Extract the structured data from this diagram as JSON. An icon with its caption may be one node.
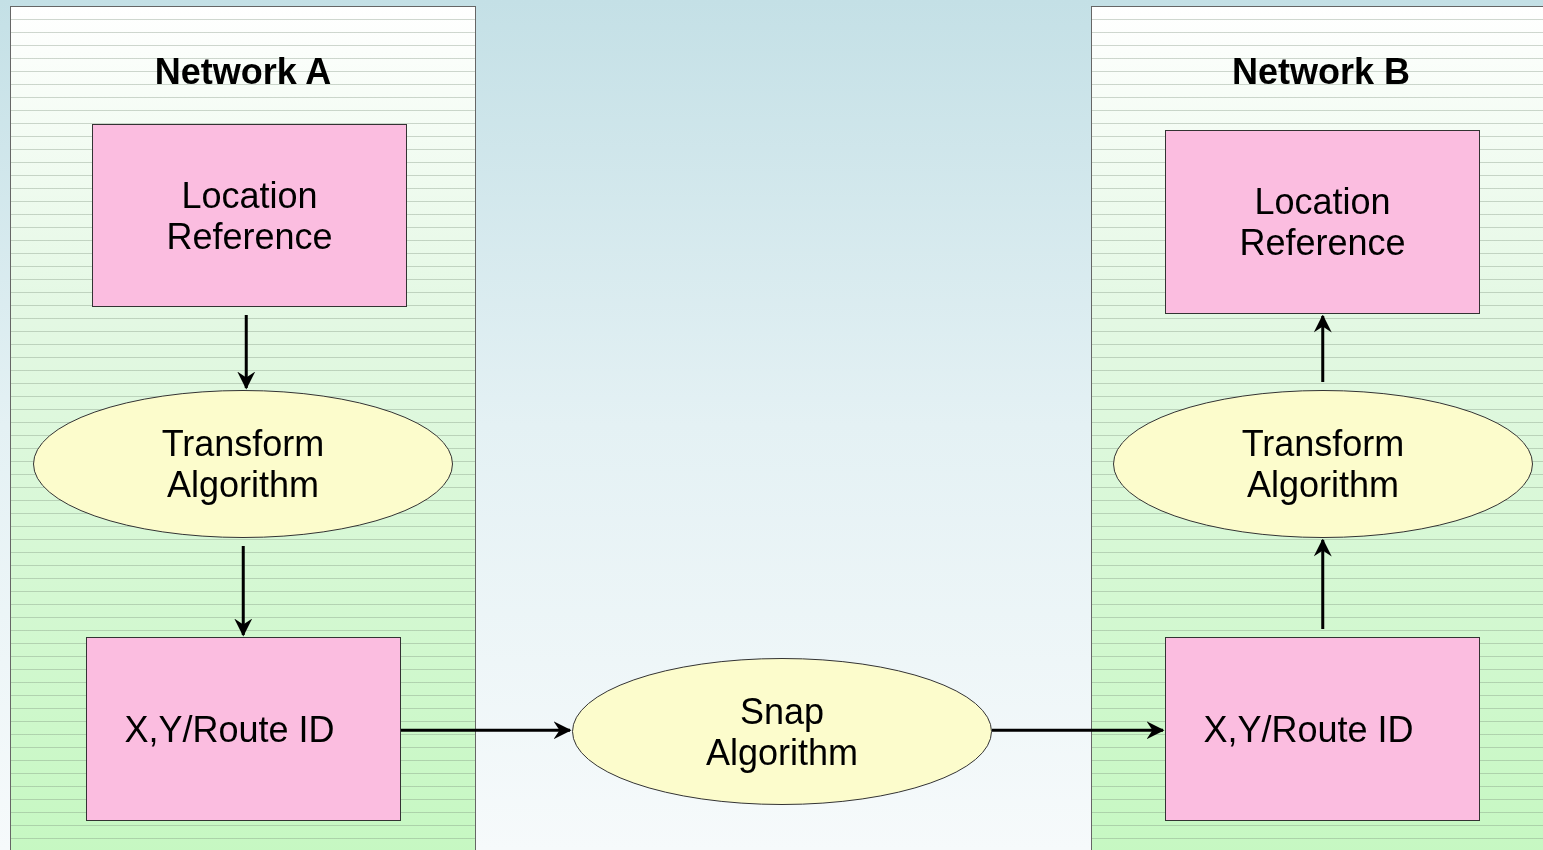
{
  "diagram": {
    "nodes": [
      {
        "text": [
          "Network A"
        ]
      },
      {
        "text": [
          "Location Reference"
        ],
        "in": 0
      },
      {
        "text": [
          "Transform Algorithm"
        ],
        "in": 0
      },
      {
        "text": [
          "X,Y/Route ID"
        ],
        "in": 0
      },
      {
        "text": [
          "Snap Algorithm"
        ]
      },
      {
        "text": [
          "Network B"
        ]
      },
      {
        "text": [
          "Location Reference"
        ],
        "in": 5
      },
      {
        "text": [
          "Transform Algorithm"
        ],
        "in": 5
      },
      {
        "text": [
          "X,Y/Route ID"
        ],
        "in": 5
      }
    ],
    "edges": [
      {
        "from": 1,
        "to": 2,
        "arrow": "to"
      },
      {
        "from": 2,
        "to": 3,
        "arrow": "to"
      },
      {
        "from": 3,
        "to": 4,
        "arrow": "to"
      },
      {
        "from": 4,
        "to": 8,
        "arrow": "to"
      },
      {
        "from": 8,
        "to": 7,
        "arrow": "to"
      },
      {
        "from": 7,
        "to": 6,
        "arrow": "to"
      }
    ]
  }
}
